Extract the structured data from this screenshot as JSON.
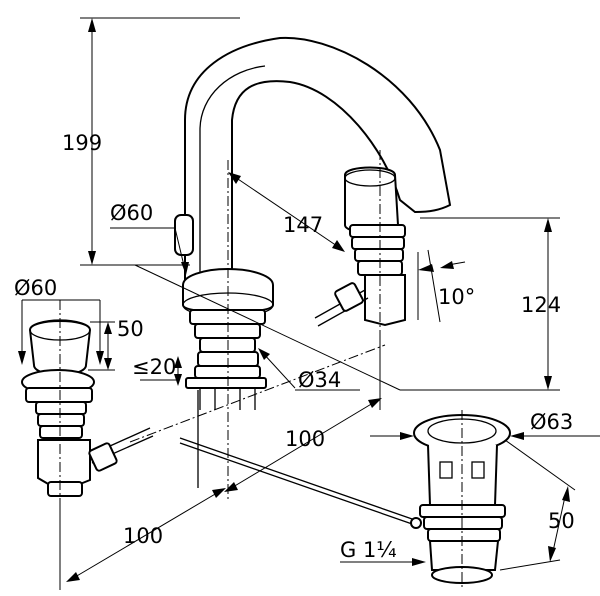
{
  "dimensions": {
    "height_total": "199",
    "spout_reach": "147",
    "base_dia": "Ø60",
    "handle_dia": "Ø60",
    "handle_height": "50",
    "deck_thickness": "≤20",
    "hole_dia": "Ø34",
    "swivel_angle": "10°",
    "outlet_height": "124",
    "center_spacing_right": "100",
    "center_spacing_left": "100",
    "waste_dia": "Ø63",
    "waste_height": "50",
    "waste_thread": "G 1¼"
  }
}
